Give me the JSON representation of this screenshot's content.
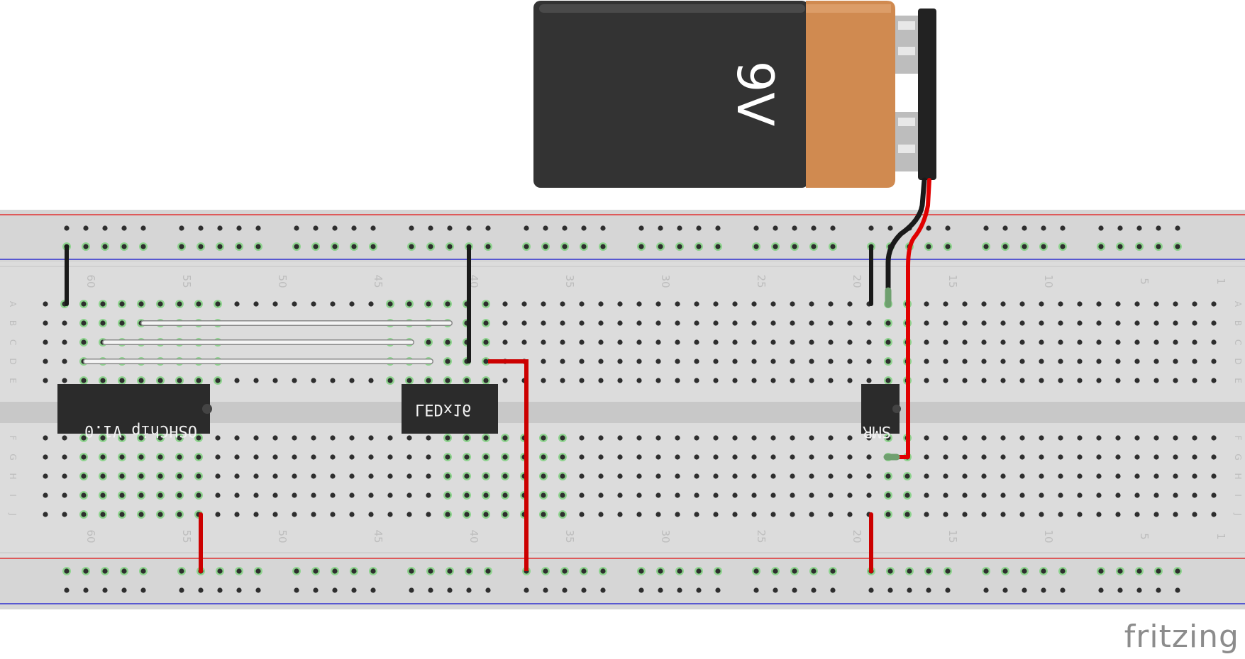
{
  "battery": {
    "label": "9V",
    "body_color": "#333333",
    "cap_color": "#d08a50"
  },
  "chips": [
    {
      "id": "oshchip",
      "label": "OSHChip V1.0"
    },
    {
      "id": "ledx16",
      "label": "LEDx16"
    },
    {
      "id": "smr",
      "label": "SMR"
    }
  ],
  "breadboard": {
    "column_labels": [
      "60",
      "55",
      "50",
      "45",
      "40",
      "35",
      "30",
      "25",
      "20",
      "15",
      "10",
      "5",
      "1"
    ],
    "row_letters_top": [
      "A",
      "B",
      "C",
      "D",
      "E"
    ],
    "row_letters_bottom": [
      "F",
      "G",
      "H",
      "I",
      "J"
    ]
  },
  "colors": {
    "wire_red": "#cc0000",
    "wire_black": "#1a1a1a",
    "active_hole": "#8ed38e",
    "rail_red_line": "#e03030",
    "rail_blue_line": "#2f2fcf"
  },
  "brand": {
    "text": "fritzing"
  }
}
